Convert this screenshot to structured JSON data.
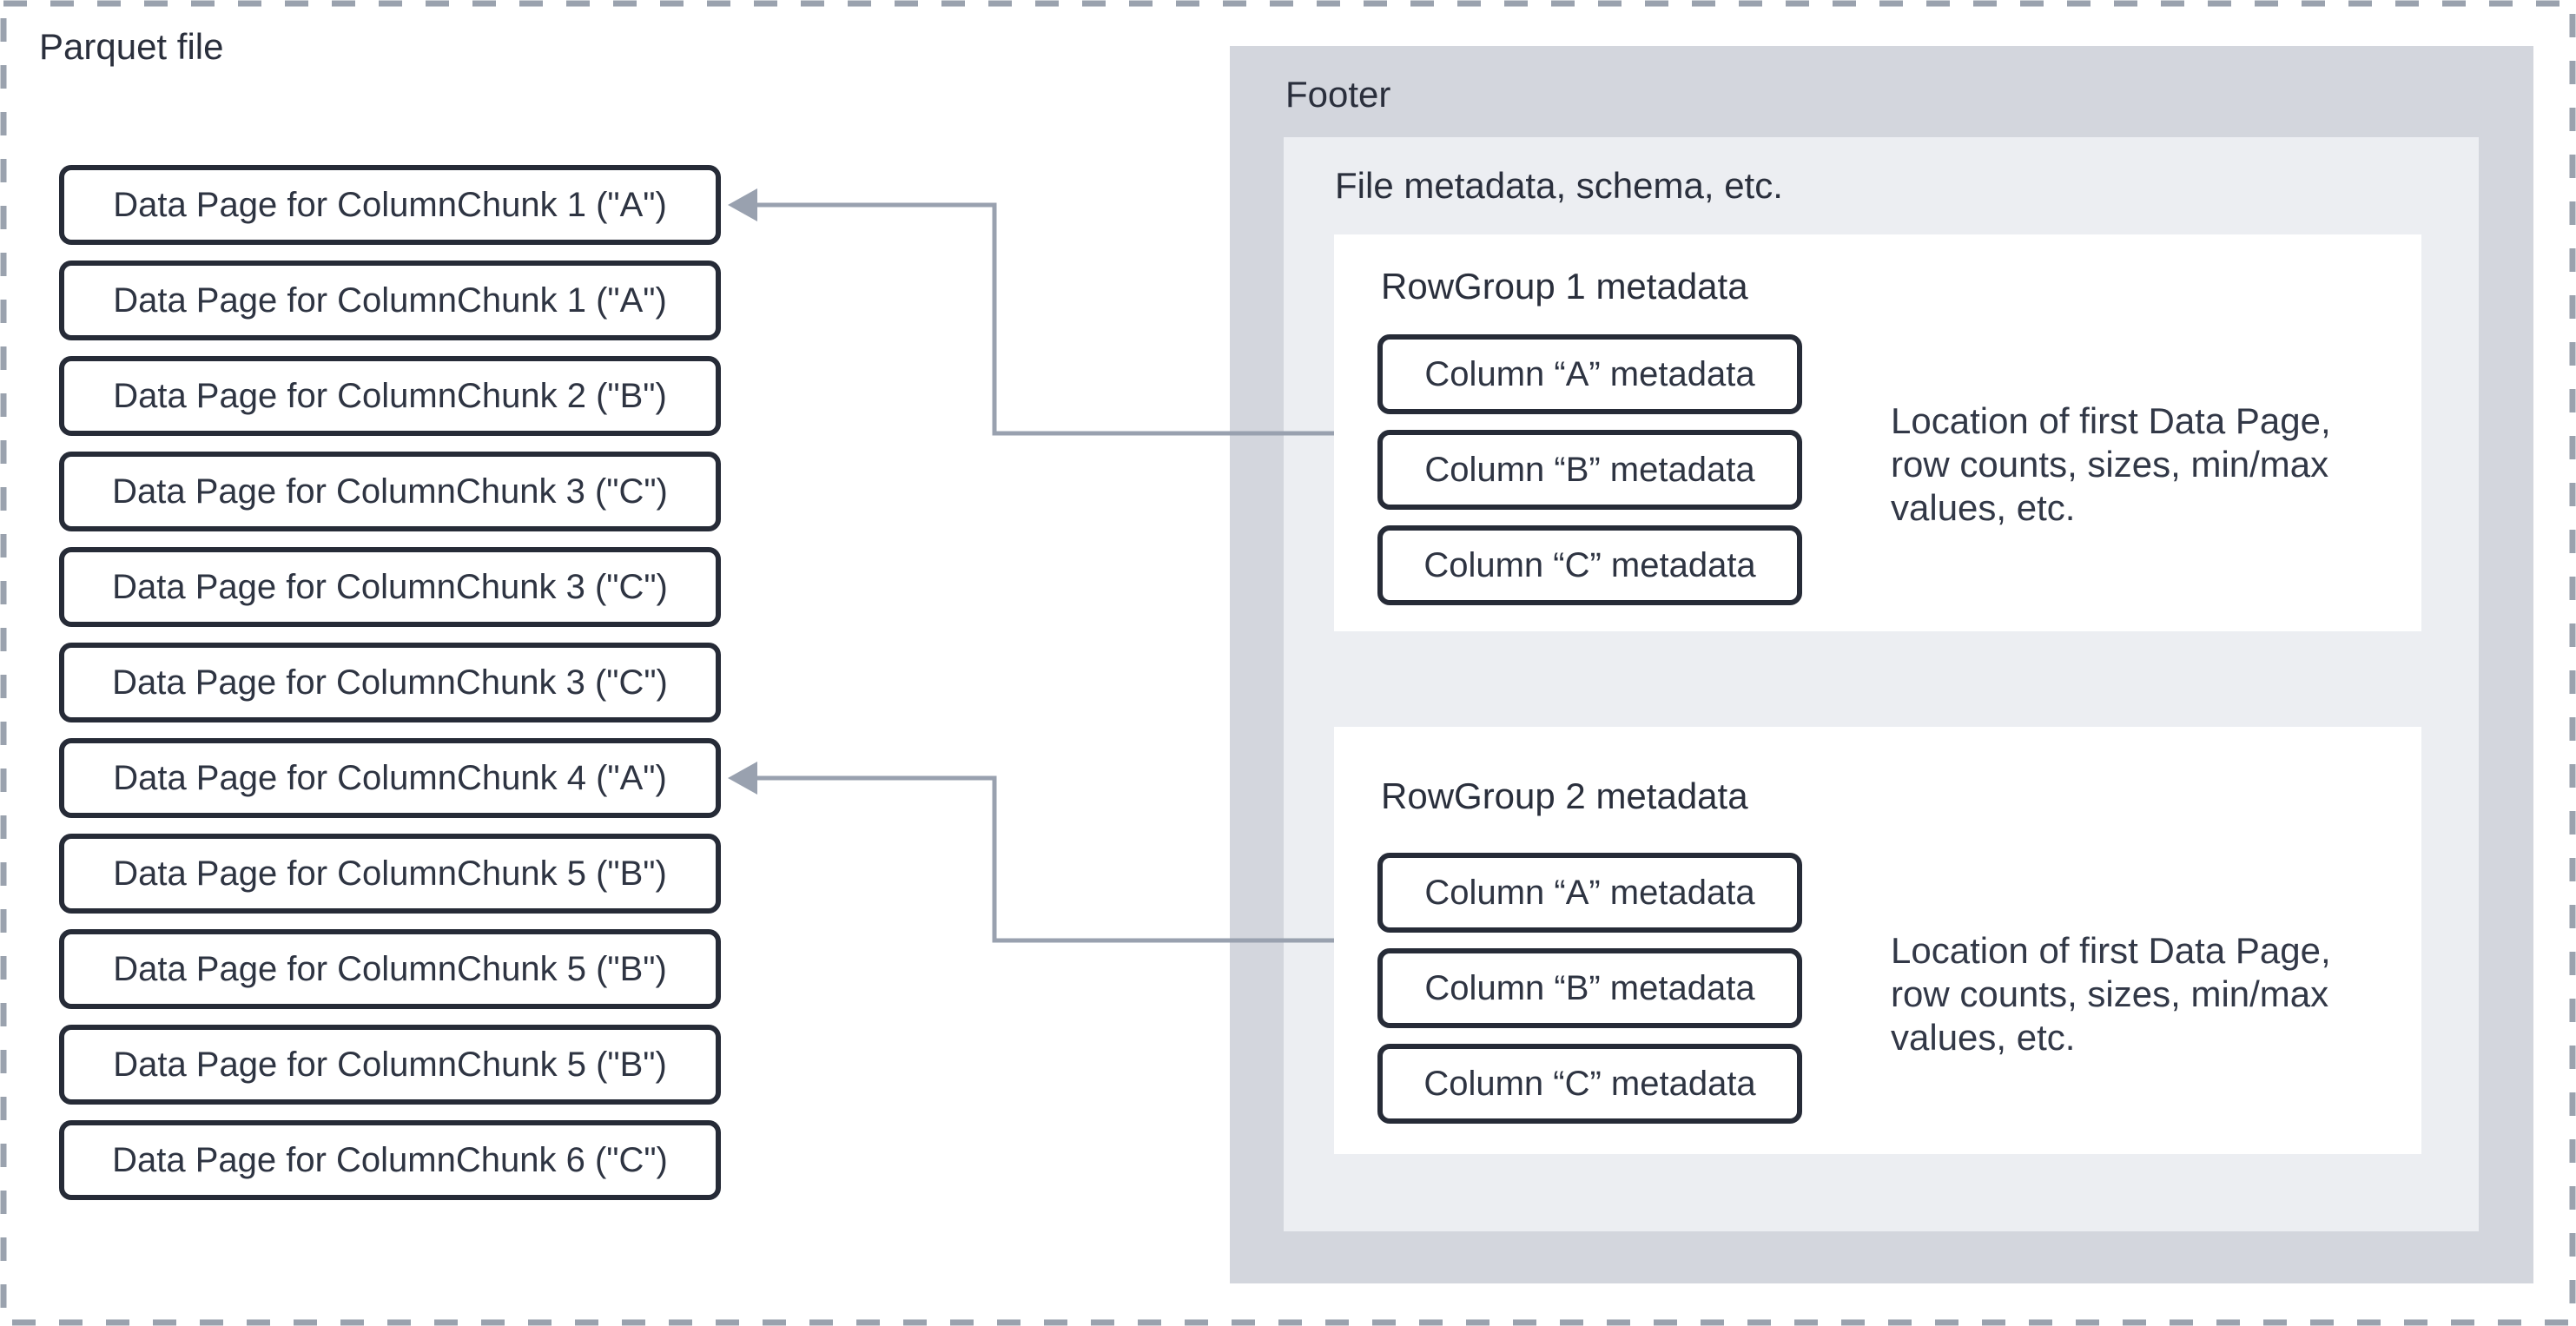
{
  "diagram_title": "Parquet file",
  "left_panel": {
    "data_pages": [
      "Data Page for ColumnChunk 1 (\"A\")",
      "Data Page for ColumnChunk 1 (\"A\")",
      "Data Page for ColumnChunk 2 (\"B\")",
      "Data Page for ColumnChunk 3 (\"C\")",
      "Data Page for ColumnChunk 3 (\"C\")",
      "Data Page for ColumnChunk 3 (\"C\")",
      "Data Page for ColumnChunk 4 (\"A\")",
      "Data Page for ColumnChunk 5 (\"B\")",
      "Data Page for ColumnChunk 5 (\"B\")",
      "Data Page for ColumnChunk 5 (\"B\")",
      "Data Page for ColumnChunk 6 (\"C\")"
    ]
  },
  "footer": {
    "label": "Footer",
    "file_metadata": {
      "label": "File metadata, schema, etc.",
      "row_groups": [
        {
          "label": "RowGroup 1 metadata",
          "columns": [
            "Column “A” metadata",
            "Column “B” metadata",
            "Column “C” metadata"
          ],
          "note": "Location of first Data Page,\nrow counts, sizes, min/max\nvalues, etc."
        },
        {
          "label": "RowGroup 2 metadata",
          "columns": [
            "Column “A” metadata",
            "Column “B” metadata",
            "Column “C” metadata"
          ],
          "note": "Location of first Data Page,\nrow counts, sizes, min/max\nvalues, etc."
        }
      ]
    }
  },
  "connectors": [
    {
      "from": "RowGroup 1 metadata",
      "to": "Data Page for ColumnChunk 1 (\"A\")"
    },
    {
      "from": "RowGroup 2 metadata",
      "to": "Data Page for ColumnChunk 4 (\"A\")"
    }
  ],
  "colors": {
    "background": "#ffffff",
    "dashed_border": "#9aa2ae",
    "box_border": "#262b37",
    "box_text": "#2e3442",
    "label_text": "#2a2f3c",
    "footer_background": "#d3d6dd",
    "file_metadata_background": "#eceef2",
    "rowgroup_background": "#ffffff",
    "connector": "#99a1af"
  }
}
